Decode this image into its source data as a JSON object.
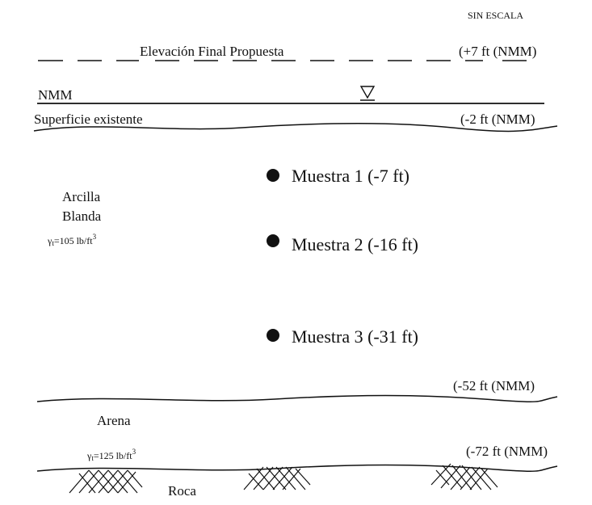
{
  "scale_note": "SIN ESCALA",
  "proposed": {
    "label": "Elevación Final Propuesta",
    "elevation": "(+7 ft (NMM)"
  },
  "water": {
    "label": "NMM"
  },
  "existing": {
    "label": "Superficie existente",
    "elevation": "(-2 ft (NMM)"
  },
  "clay": {
    "name_line1": "Arcilla",
    "name_line2": "Blanda",
    "gamma_symbol": "γ",
    "gamma_sub": "t",
    "gamma_value": "=105 lb/ft",
    "gamma_exp": "3",
    "bottom_elevation": "(-52 ft (NMM)"
  },
  "samples": [
    {
      "label": "Muestra 1 (-7 ft)"
    },
    {
      "label": "Muestra 2 (-16 ft)"
    },
    {
      "label": "Muestra 3 (-31 ft)"
    }
  ],
  "sand": {
    "name": "Arena",
    "gamma_symbol": "γ",
    "gamma_sub": "t",
    "gamma_value": "=125 lb/ft",
    "gamma_exp": "3",
    "bottom_elevation": "(-72 ft (NMM)"
  },
  "rock": {
    "name": "Roca"
  }
}
